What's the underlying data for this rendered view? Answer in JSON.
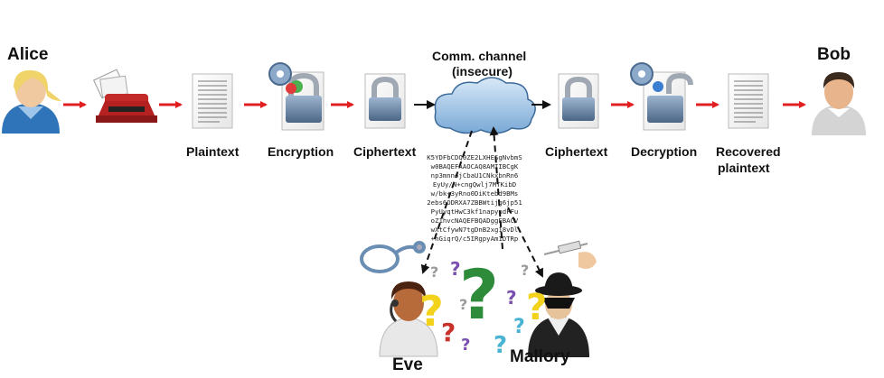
{
  "actors": {
    "alice": "Alice",
    "bob": "Bob",
    "eve": "Eve",
    "mallory": "Mallory"
  },
  "steps": {
    "plaintext": "Plaintext",
    "encryption": "Encryption",
    "ciphertext_left": "Ciphertext",
    "channel_line1": "Comm. channel",
    "channel_line2": "(insecure)",
    "ciphertext_right": "Ciphertext",
    "decryption": "Decryption",
    "recovered_line1": "Recovered",
    "recovered_line2": "plaintext"
  },
  "cipher_lines": [
    "K5YDFbCDQ0ZE2LXHESgNvbmS",
    "w0BAQEFAAOCAQ8AMIIBCgK",
    "np3mnnojCbaU1CNkxbnRn6",
    "EyUy/N+cngQwlj7MTKibD",
    "w/bk+3yRno0DiKtebd9BMs",
    "2ebs6ODRXA7ZBBWtijg6jp51",
    "PyUyqtHwC3kf1napyudFFu",
    "oZ1hvcNAQEFBQADggEBACV",
    "wXtCfywN7tgDnB2xg18vDl",
    "+nGiqrQ/c5IRgpyAm1DTRp"
  ],
  "question_marks": "?",
  "colors": {
    "arrow_red": "#e02020",
    "cloud_blue": "#8fb9dd",
    "q_green": "#2e8b3a",
    "q_yellow": "#f2d21b",
    "q_purple": "#7a4fb0",
    "q_red": "#c8322a",
    "q_cyan": "#49b3d3",
    "q_gray": "#9a9a9a"
  },
  "icons": [
    "alice-avatar-icon",
    "typewriter-icon",
    "plaintext-document-icon",
    "encryption-lock-document-icon",
    "ciphertext-lock-document-icon",
    "cloud-icon",
    "ciphertext-lock-document-icon",
    "decryption-lock-document-icon",
    "recovered-document-icon",
    "bob-avatar-icon",
    "stethoscope-icon",
    "syringe-icon",
    "eve-avatar-icon",
    "mallory-spy-icon"
  ]
}
